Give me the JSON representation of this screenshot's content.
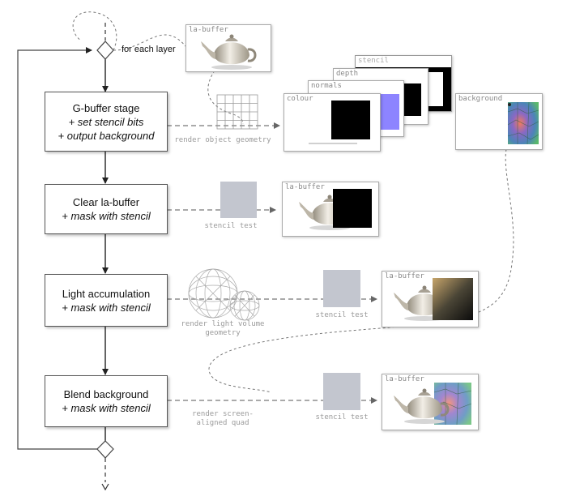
{
  "loop_label": "for each layer",
  "stages": {
    "gbuffer": {
      "title": "G-buffer stage",
      "line2": "+ set stencil bits",
      "line3": "+ output background"
    },
    "clear": {
      "title": "Clear la-buffer",
      "line2": "+ mask with stencil"
    },
    "light": {
      "title": "Light accumulation",
      "line2": "+ mask with stencil"
    },
    "blend": {
      "title": "Blend background",
      "line2": "+ mask with stencil"
    }
  },
  "captions": {
    "render_object": "render object geometry",
    "stencil_test_1": "stencil test",
    "render_light_1": "render light volume",
    "render_light_2": "geometry",
    "stencil_test_2": "stencil test",
    "render_quad_1": "render screen-",
    "render_quad_2": "aligned quad",
    "stencil_test_3": "stencil test"
  },
  "thumb_labels": {
    "la_buffer_top": "la-buffer",
    "stencil": "stencil",
    "depth": "depth",
    "normals": "normals",
    "colour": "colour",
    "background": "background",
    "la_buffer_clear": "la-buffer",
    "la_buffer_light": "la-buffer",
    "la_buffer_blend": "la-buffer"
  },
  "colors": {
    "stencil_square": "#c3c6cf",
    "normals_fill": "#8d84ff",
    "flow_line": "#333333",
    "dashed_line": "#777777"
  }
}
